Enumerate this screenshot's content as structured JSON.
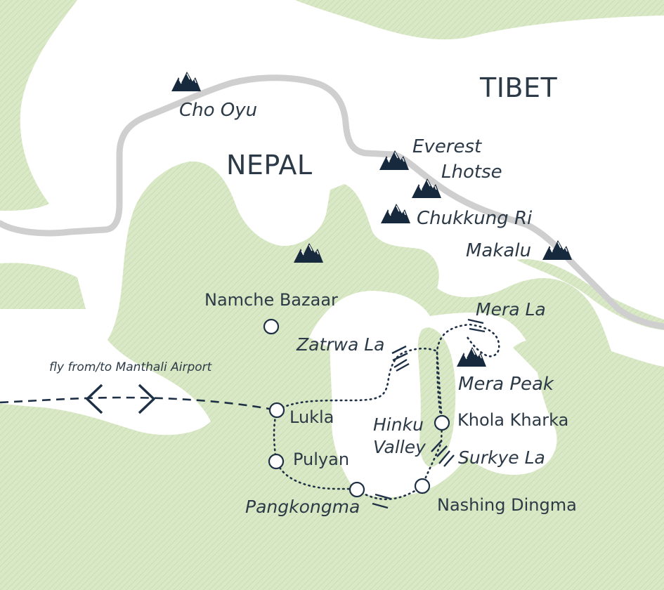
{
  "colors": {
    "land_green": "#d9e8c6",
    "hatch": "#c7dbab",
    "border_grey": "#cfcfcf",
    "route_dark": "#1e3045",
    "mountain_navy": "#16293d",
    "text": "#2c3a47"
  },
  "regions": {
    "tibet": "TIBET",
    "nepal": "NEPAL"
  },
  "peaks": {
    "cho_oyu": "Cho Oyu",
    "everest": "Everest",
    "lhotse": "Lhotse",
    "chukkung_ri": "Chukkung Ri",
    "makalu": "Makalu",
    "mera_peak": "Mera Peak"
  },
  "places": {
    "namche_bazaar": "Namche Bazaar",
    "lukla": "Lukla",
    "pulyan": "Pulyan",
    "pangkongma": "Pangkongma",
    "nashing_dingma": "Nashing Dingma",
    "khola_kharka": "Khola Kharka",
    "hinku": "Hinku",
    "valley": "Valley"
  },
  "passes": {
    "mera_la": "Mera La",
    "zatrwa_la": "Zatrwa La",
    "surkye_la": "Surkye La"
  },
  "flight": {
    "note": "fly from/to Manthali Airport"
  },
  "icons": {
    "mountain": "mountain-icon",
    "town": "town-marker-icon",
    "pass": "pass-icon",
    "flight_arrows": "chevron-left-right-icon"
  }
}
